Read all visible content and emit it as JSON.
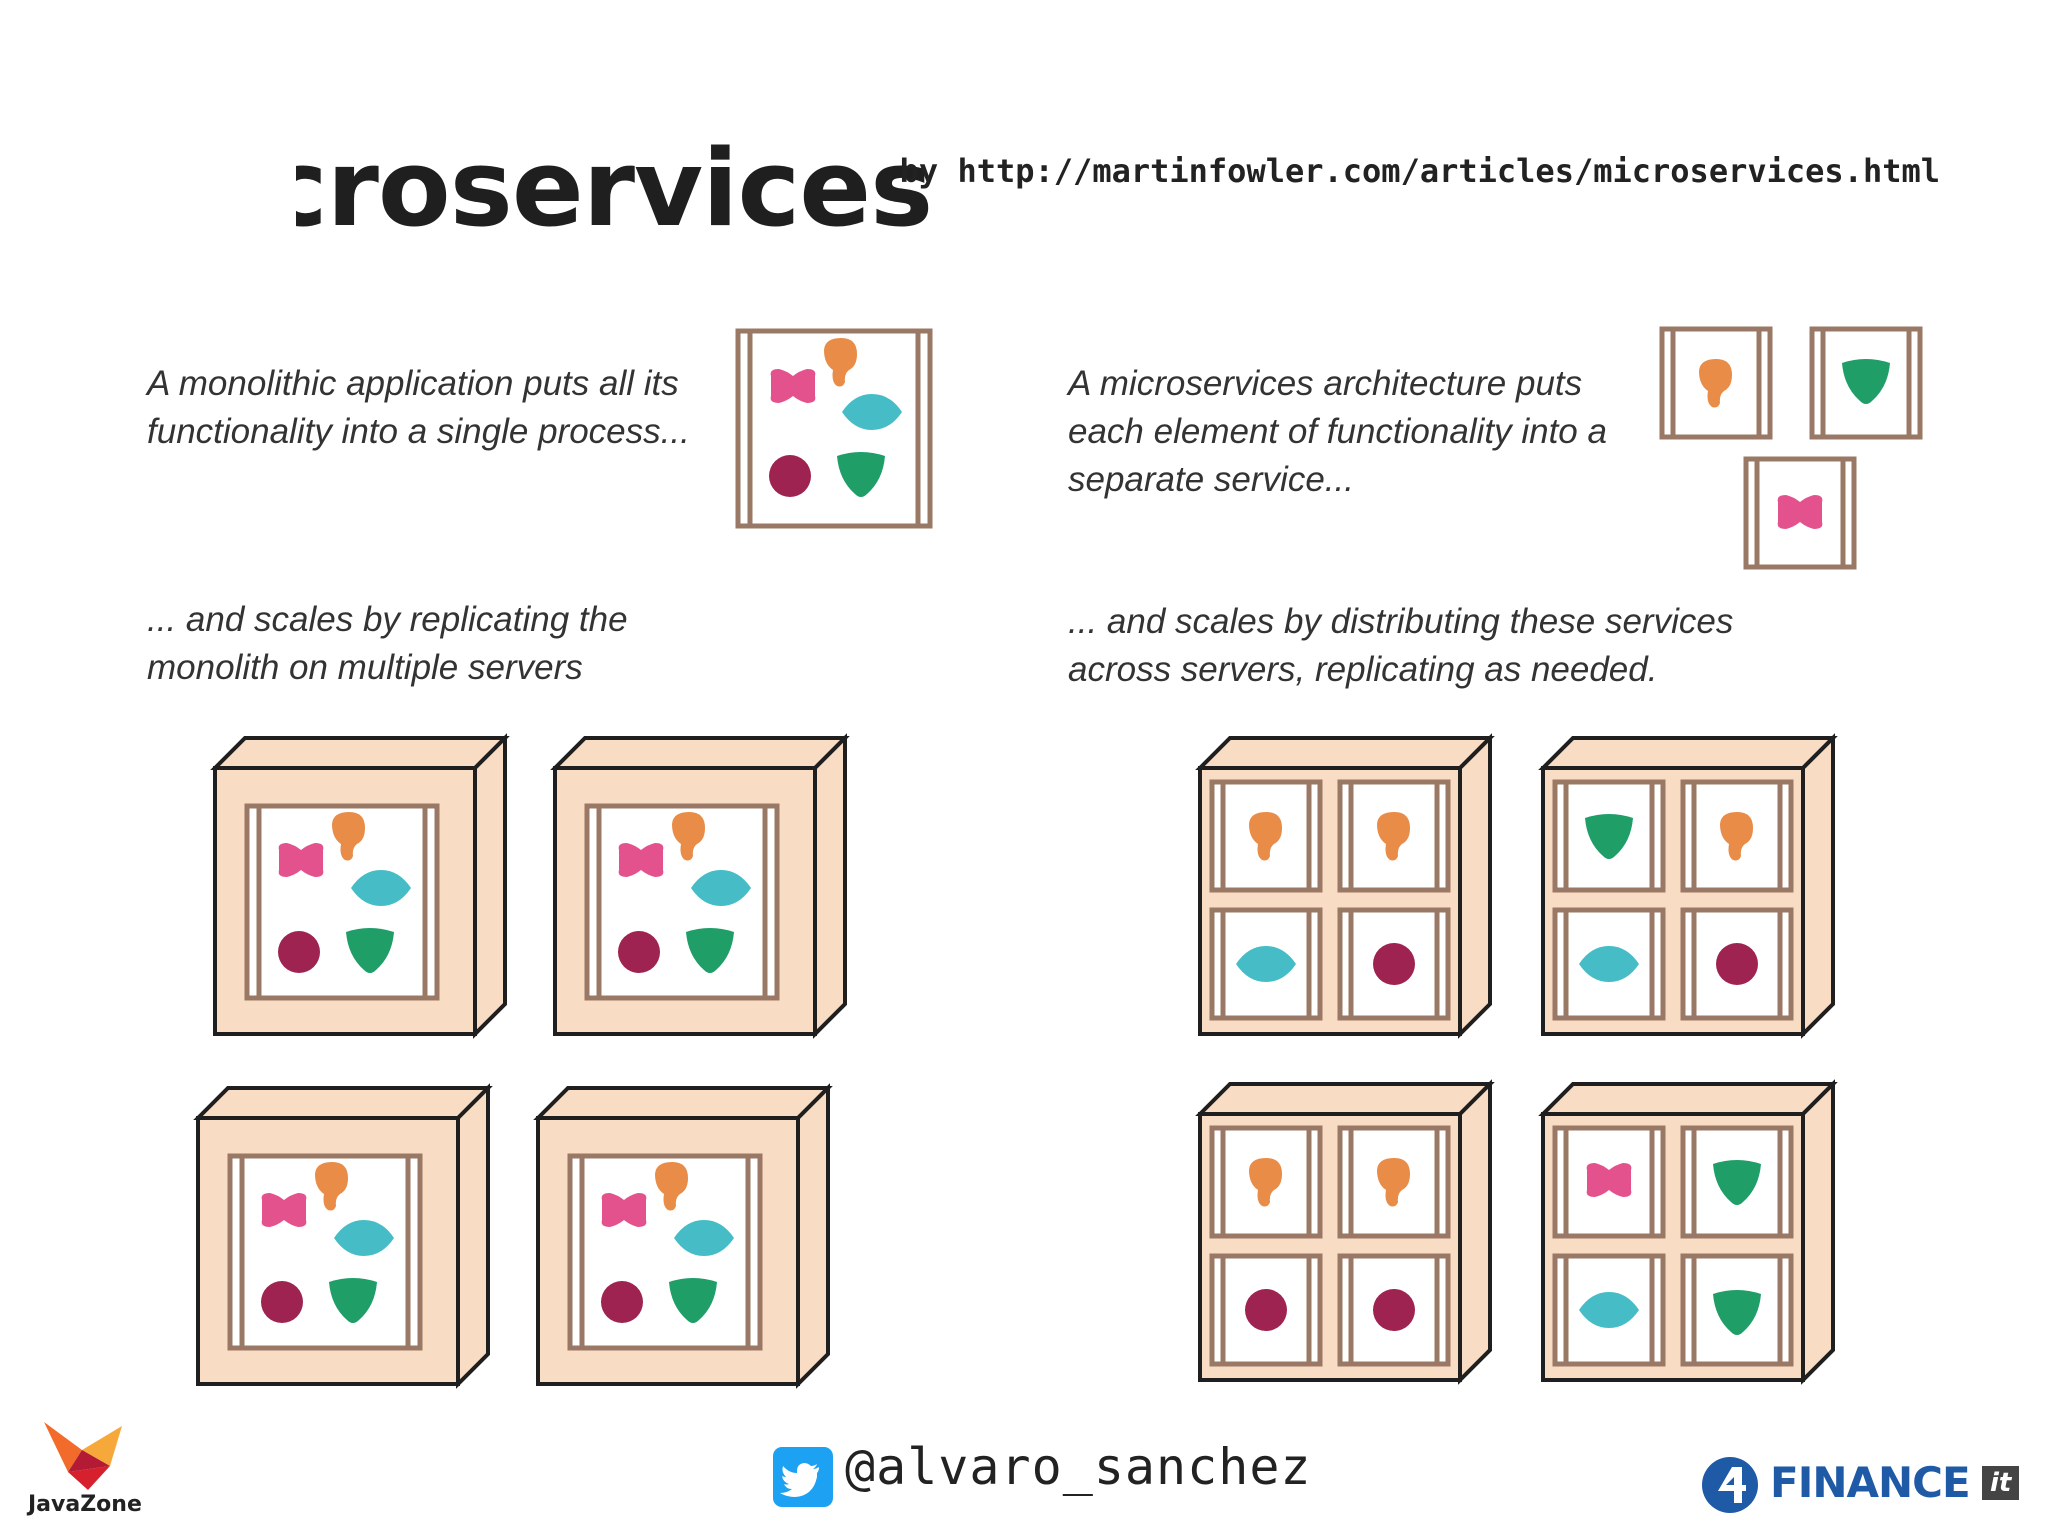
{
  "slide": {
    "title": "Microservices",
    "source": "by http://martinfowler.com/articles/microservices.html"
  },
  "captions": {
    "monolith_intro": "A monolithic application puts all its functionality into a single process...",
    "micro_intro": "A microservices architecture puts each element of functionality into a separate service...",
    "monolith_scale": "... and scales by replicating the monolith on multiple servers",
    "micro_scale": "... and scales by distributing these services across servers, replicating as needed."
  },
  "footer": {
    "handle": "@alvaro_sanchez",
    "left_logo": "JavaZone",
    "right_logo": "FINANCE",
    "right_logo_badge": "it"
  },
  "icons": {
    "social": "twitter-bird-icon",
    "left_logo": "javazone-logo-icon",
    "right_logo": "4finance-logo-icon"
  },
  "colors": {
    "frame": "#9a7866",
    "server_fill": "#f9dcc4",
    "pink": "#e4528e",
    "orange": "#e88c48",
    "teal": "#46bdc6",
    "green": "#1f9e68",
    "maroon": "#9e2350",
    "twitter": "#1da1f2",
    "finance_blue": "#1f5aa6"
  }
}
